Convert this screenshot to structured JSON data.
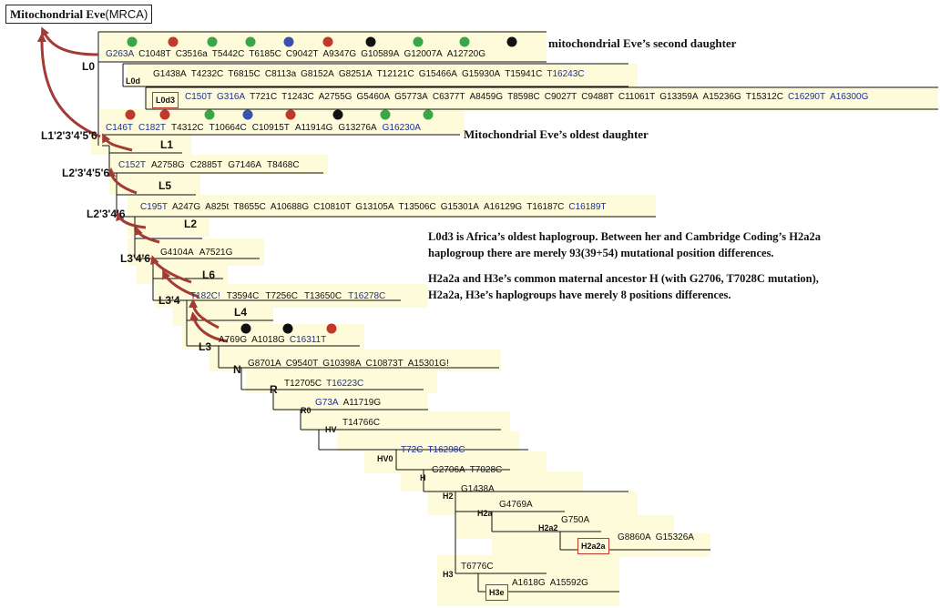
{
  "title": {
    "main": "Mitochondrial Eve",
    "paren": "(MRCA)"
  },
  "colors": {
    "red": "#c0392b",
    "green": "#3aa64a",
    "blue": "#3a4fae",
    "black": "#111111",
    "arrow": "#a33a35",
    "band": "#fdfbd9"
  },
  "annotations": {
    "second_daughter": "mitochondrial Eve’s second daughter",
    "oldest_daughter": "Mitochondrial Eve’s oldest daughter"
  },
  "notes": [
    "L0d3 is Africa’s oldest haplogroup. Between her and Cambridge Coding’s H2a2a",
    "haplogroup there are merely 93(39+54) mutational position differences.",
    "H2a2a and H3e’s common maternal ancestor H (with G2706, T7028C mutation),",
    "H2a2a, H3e’s haplogroups have merely 8 positions differences."
  ],
  "nodes": {
    "L0": "L0",
    "L0d": "L0d",
    "L0d3": "L0d3",
    "L1_6": "L1'2'3'4'5'6",
    "L1": "L1",
    "L2_6": "L2'3'4'5'6",
    "L5": "L5",
    "L2346": "L2'3'4'6",
    "L2": "L2",
    "L346": "L3'4'6",
    "L6": "L6",
    "L34": "L3'4",
    "L4": "L4",
    "L3": "L3",
    "N": "N",
    "R": "R",
    "R0": "R0",
    "HV": "HV",
    "HV0": "HV0",
    "H": "H",
    "H2": "H2",
    "H2a": "H2a",
    "H2a2": "H2a2",
    "H2a2a": "H2a2a",
    "H3": "H3",
    "H3e": "H3e"
  },
  "mutations": {
    "L0": [
      "G263A",
      "C1048T",
      "C3516a",
      "T5442C",
      "T6185C",
      "C9042T",
      "A9347G",
      "G10589A",
      "G12007A",
      "A12720G"
    ],
    "L0d": [
      "G1438A",
      "T4232C",
      "T6815C",
      "C8113a",
      "G8152A",
      "G8251A",
      "T12121C",
      "G15466A",
      "G15930A",
      "T15941C",
      "T16243C"
    ],
    "L0d3": [
      "C150T",
      "G316A",
      "T721C",
      "T1243C",
      "A2755G",
      "G5460A",
      "G5773A",
      "C6377T",
      "A8459G",
      "T8598C",
      "C9027T",
      "C9488T",
      "C11061T",
      "G13359A",
      "A15236G",
      "T15312C",
      "C16290T",
      "A16300G"
    ],
    "L1_6": [
      "C146T",
      "C182T",
      "T4312C",
      "T10664C",
      "C10915T",
      "A11914G",
      "G13276A",
      "G16230A"
    ],
    "L2_6": [
      "C152T",
      "A2758G",
      "C2885T",
      "G7146A",
      "T8468C"
    ],
    "L2346": [
      "C195T",
      "A247G",
      "A825t",
      "T8655C",
      "A10688G",
      "C10810T",
      "G13105A",
      "T13506C",
      "G15301A",
      "A16129G",
      "T16187C",
      "C16189T"
    ],
    "L346": [
      "G4104A",
      "A7521G"
    ],
    "L34": [
      "T182C!",
      "T3594C",
      "T7256C",
      "T13650C",
      "T16278C"
    ],
    "L3": [
      "A769G",
      "A1018G",
      "C16311T"
    ],
    "N": [
      "G8701A",
      "C9540T",
      "G10398A",
      "C10873T",
      "A15301G!"
    ],
    "R": [
      "T12705C",
      "T16223C"
    ],
    "R0": [
      "G73A",
      "A11719G"
    ],
    "HV": [
      "T14766C"
    ],
    "HV0": [
      "T72C",
      "T16298C"
    ],
    "H": [
      "G2706A",
      "T7028C"
    ],
    "H2": [
      "G1438A"
    ],
    "H2a": [
      "G4769A"
    ],
    "H2a2": [
      "G750A"
    ],
    "H2a2a": [
      "G8860A",
      "G15326A"
    ],
    "H3": [
      "T6776C"
    ],
    "H3e": [
      "A1618G",
      "A15592G"
    ]
  },
  "blue_mutations": [
    "G263A",
    "T16243C",
    "C150T",
    "G316A",
    "C16290T",
    "A16300G",
    "C146T",
    "C182T",
    "G16230A",
    "C152T",
    "C195T",
    "C16189T",
    "T182C!",
    "T16278C",
    "C16311T",
    "T16223C",
    "G73A",
    "T72C",
    "T16298C"
  ]
}
